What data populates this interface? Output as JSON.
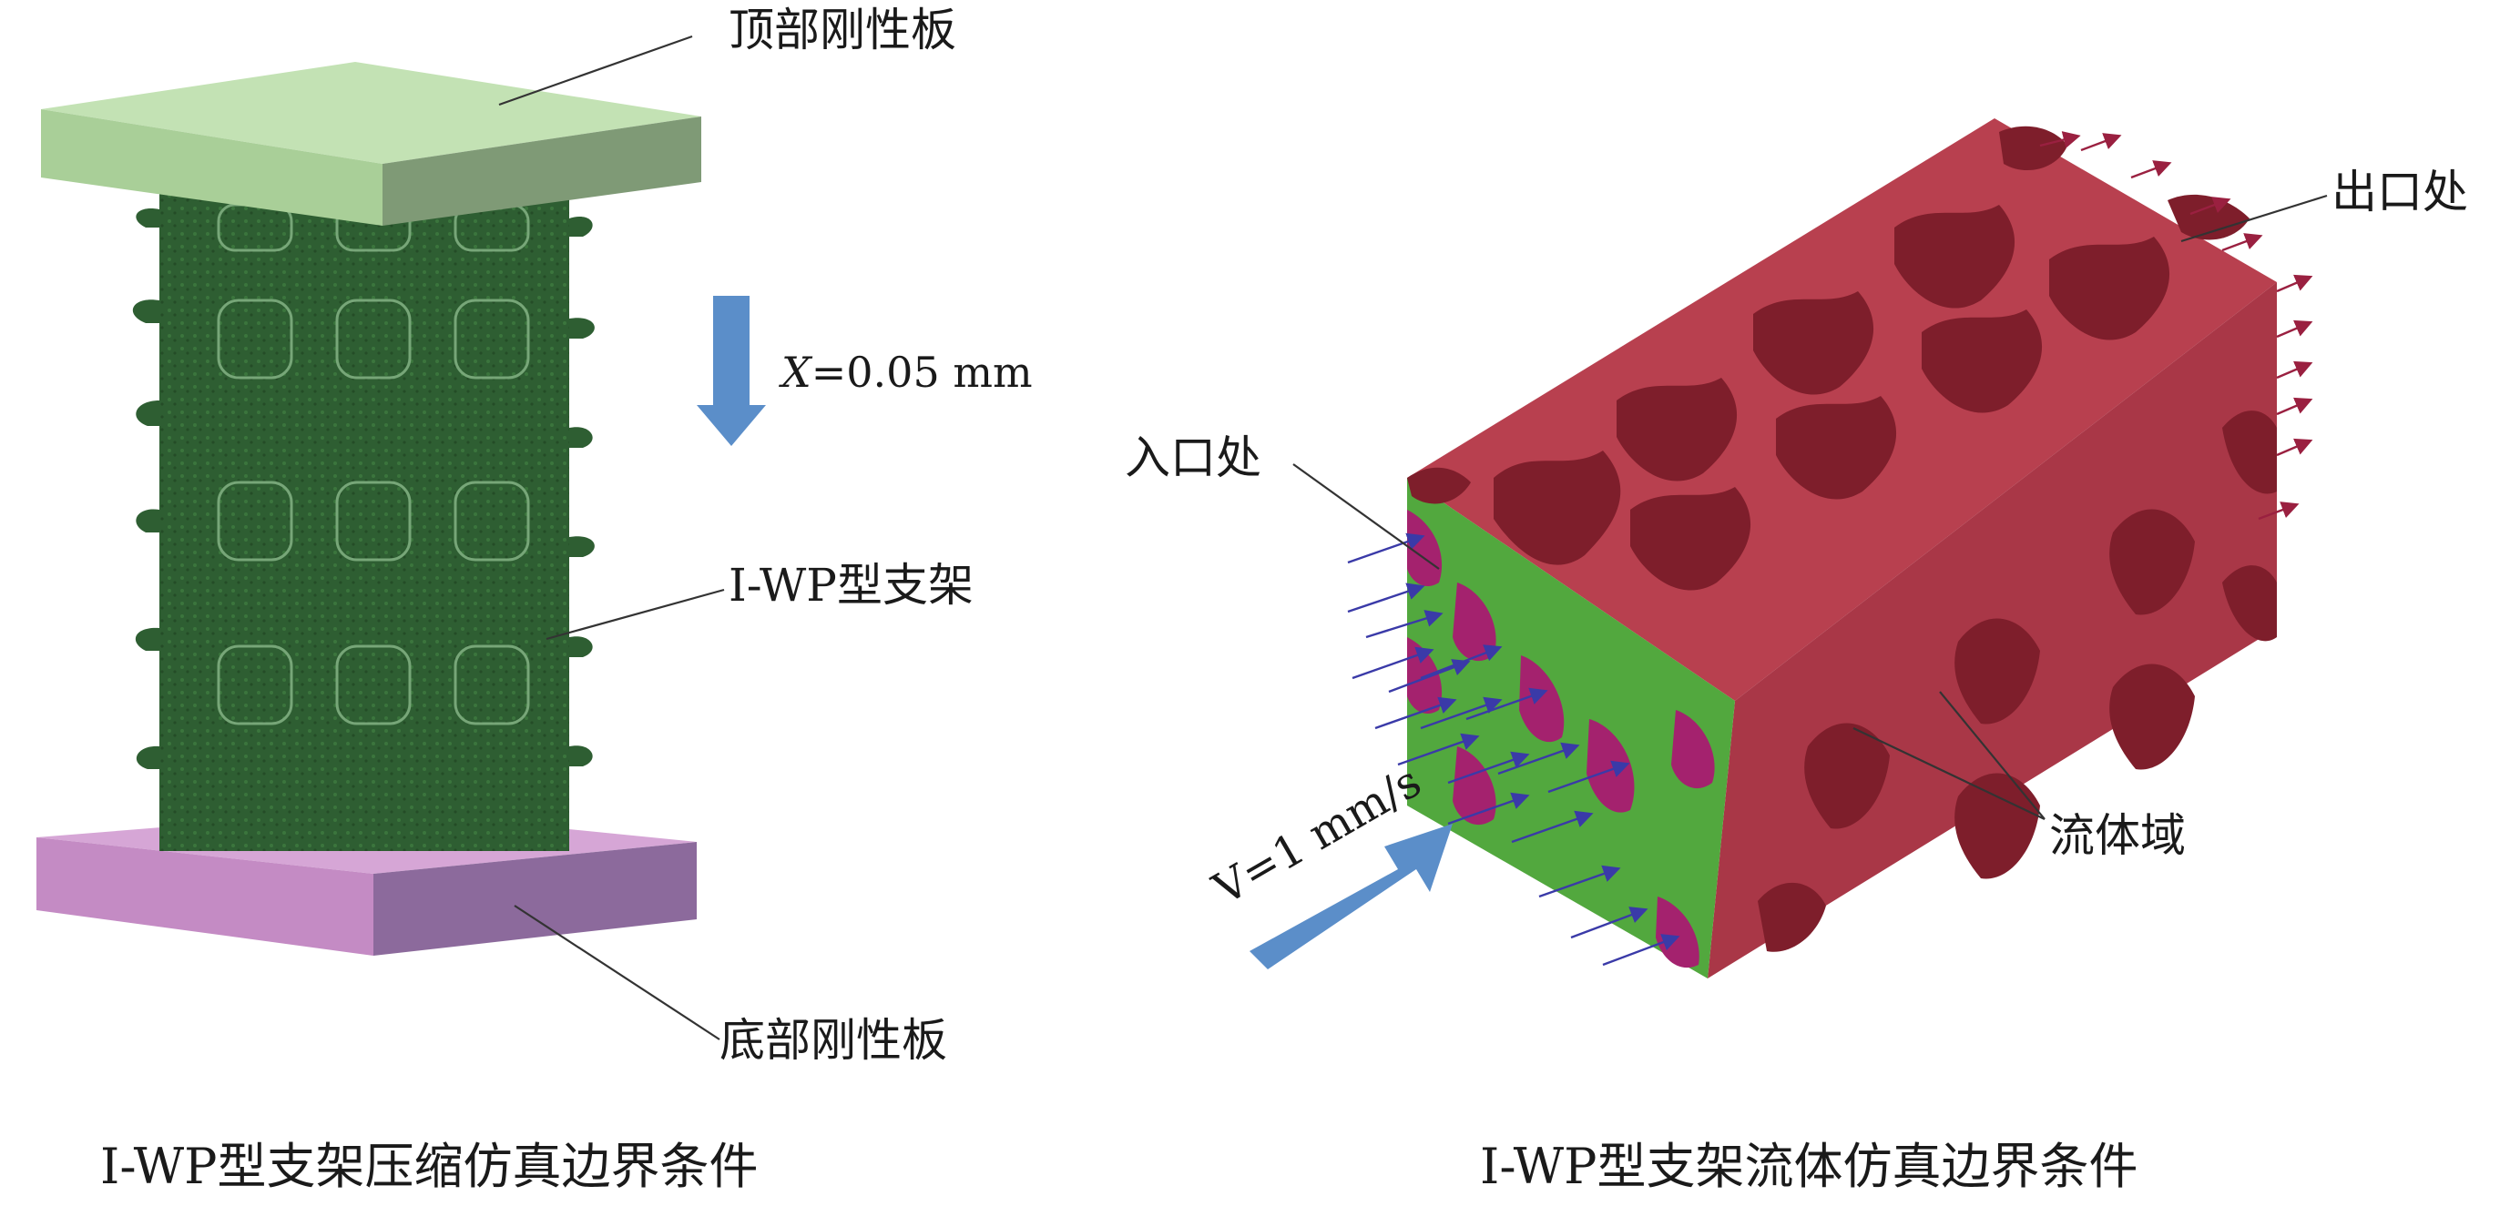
{
  "left_panel": {
    "label_top_plate": "顶部刚性板",
    "label_scaffold": "I-WP型支架",
    "label_bottom_plate": "底部刚性板",
    "displacement_var": "X",
    "displacement_rest": "=0.05 mm",
    "caption": "I-WP型支架压缩仿真边界条件",
    "colors": {
      "top_plate": "#a9cf98",
      "scaffold": "#2e5e32",
      "bottom_plate": "#c48bc4",
      "arrow": "#5b8ec9"
    }
  },
  "right_panel": {
    "label_outlet": "出口处",
    "label_inlet": "入口处",
    "label_fluid": "流体域",
    "velocity_label": "V=1 mm/s",
    "caption": "I-WP型支架流体仿真边界条件",
    "colors": {
      "fluid_box": "#b03a4c",
      "holes": "#7e1e2b",
      "inlet_face": "#52a83e",
      "inlet_pores": "#a4226e",
      "vectors": "#3a3aa8",
      "outlet_vectors": "#9a2040",
      "arrow": "#5b8ec9"
    }
  }
}
